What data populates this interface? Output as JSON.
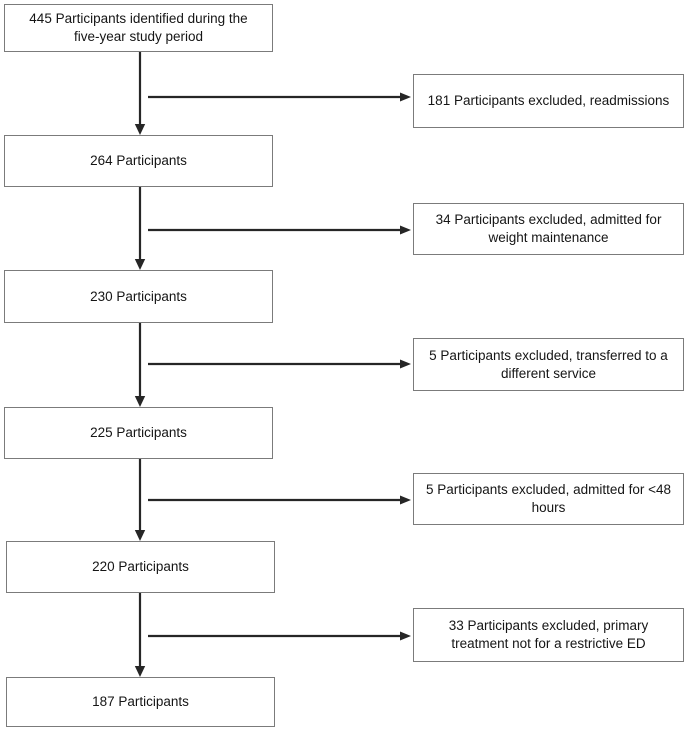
{
  "diagram": {
    "type": "flowchart",
    "description": "Participant flow diagram with sequential exclusions",
    "main_boxes": [
      {
        "label": "445 Participants identified during the\nfive-year study period"
      },
      {
        "label": "264 Participants"
      },
      {
        "label": "230 Participants"
      },
      {
        "label": "225 Participants"
      },
      {
        "label": "220 Participants"
      },
      {
        "label": "187 Participants"
      }
    ],
    "exclusion_boxes": [
      {
        "label": "181 Participants excluded, readmissions"
      },
      {
        "label": "34 Participants excluded, admitted for\nweight maintenance"
      },
      {
        "label": "5 Participants excluded, transferred to a\ndifferent service"
      },
      {
        "label": "5 Participants excluded, admitted for <48\nhours"
      },
      {
        "label": "33 Participants excluded, primary\ntreatment not for a restrictive ED"
      }
    ],
    "colors": {
      "background": "#ffffff",
      "box_border": "#7b7b7b",
      "text": "#151515",
      "arrow": "#262626"
    }
  }
}
